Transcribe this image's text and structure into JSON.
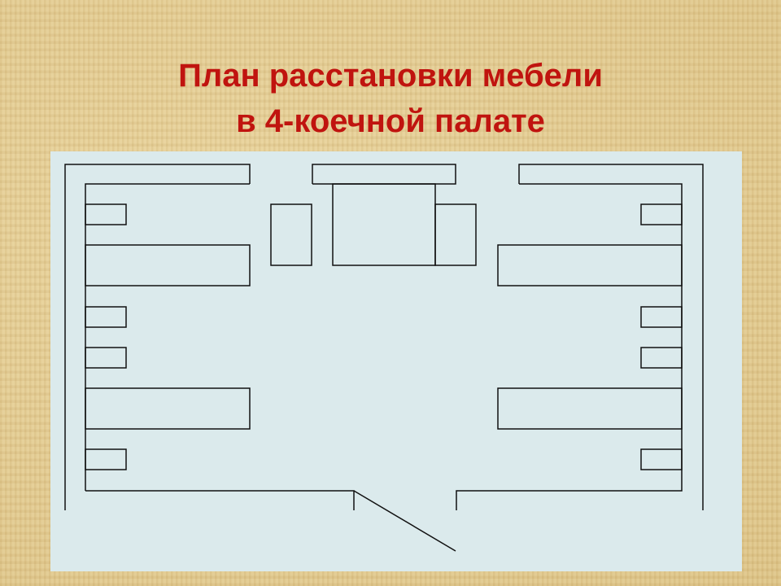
{
  "title": {
    "line1": "План расстановки мебели",
    "line2": "в 4-коечной палате"
  },
  "colors": {
    "title": "#c0140f",
    "plan_background": "#dbeaec",
    "lines": "#111111",
    "slide_background": "#e0c98e"
  },
  "plan": {
    "furniture": [
      "outer-wall-left",
      "outer-wall-right",
      "inner-wall",
      "top-bar-left",
      "top-bar-center",
      "top-bar-right",
      "cabinet-left",
      "table-center",
      "cabinet-right",
      "bed-left-1",
      "bed-left-2",
      "bed-right-1",
      "bed-right-2",
      "nightstand-left-1",
      "nightstand-left-2",
      "nightstand-left-3",
      "nightstand-left-4",
      "nightstand-right-1",
      "nightstand-right-2",
      "nightstand-right-3",
      "nightstand-right-4",
      "door-leaf"
    ]
  }
}
